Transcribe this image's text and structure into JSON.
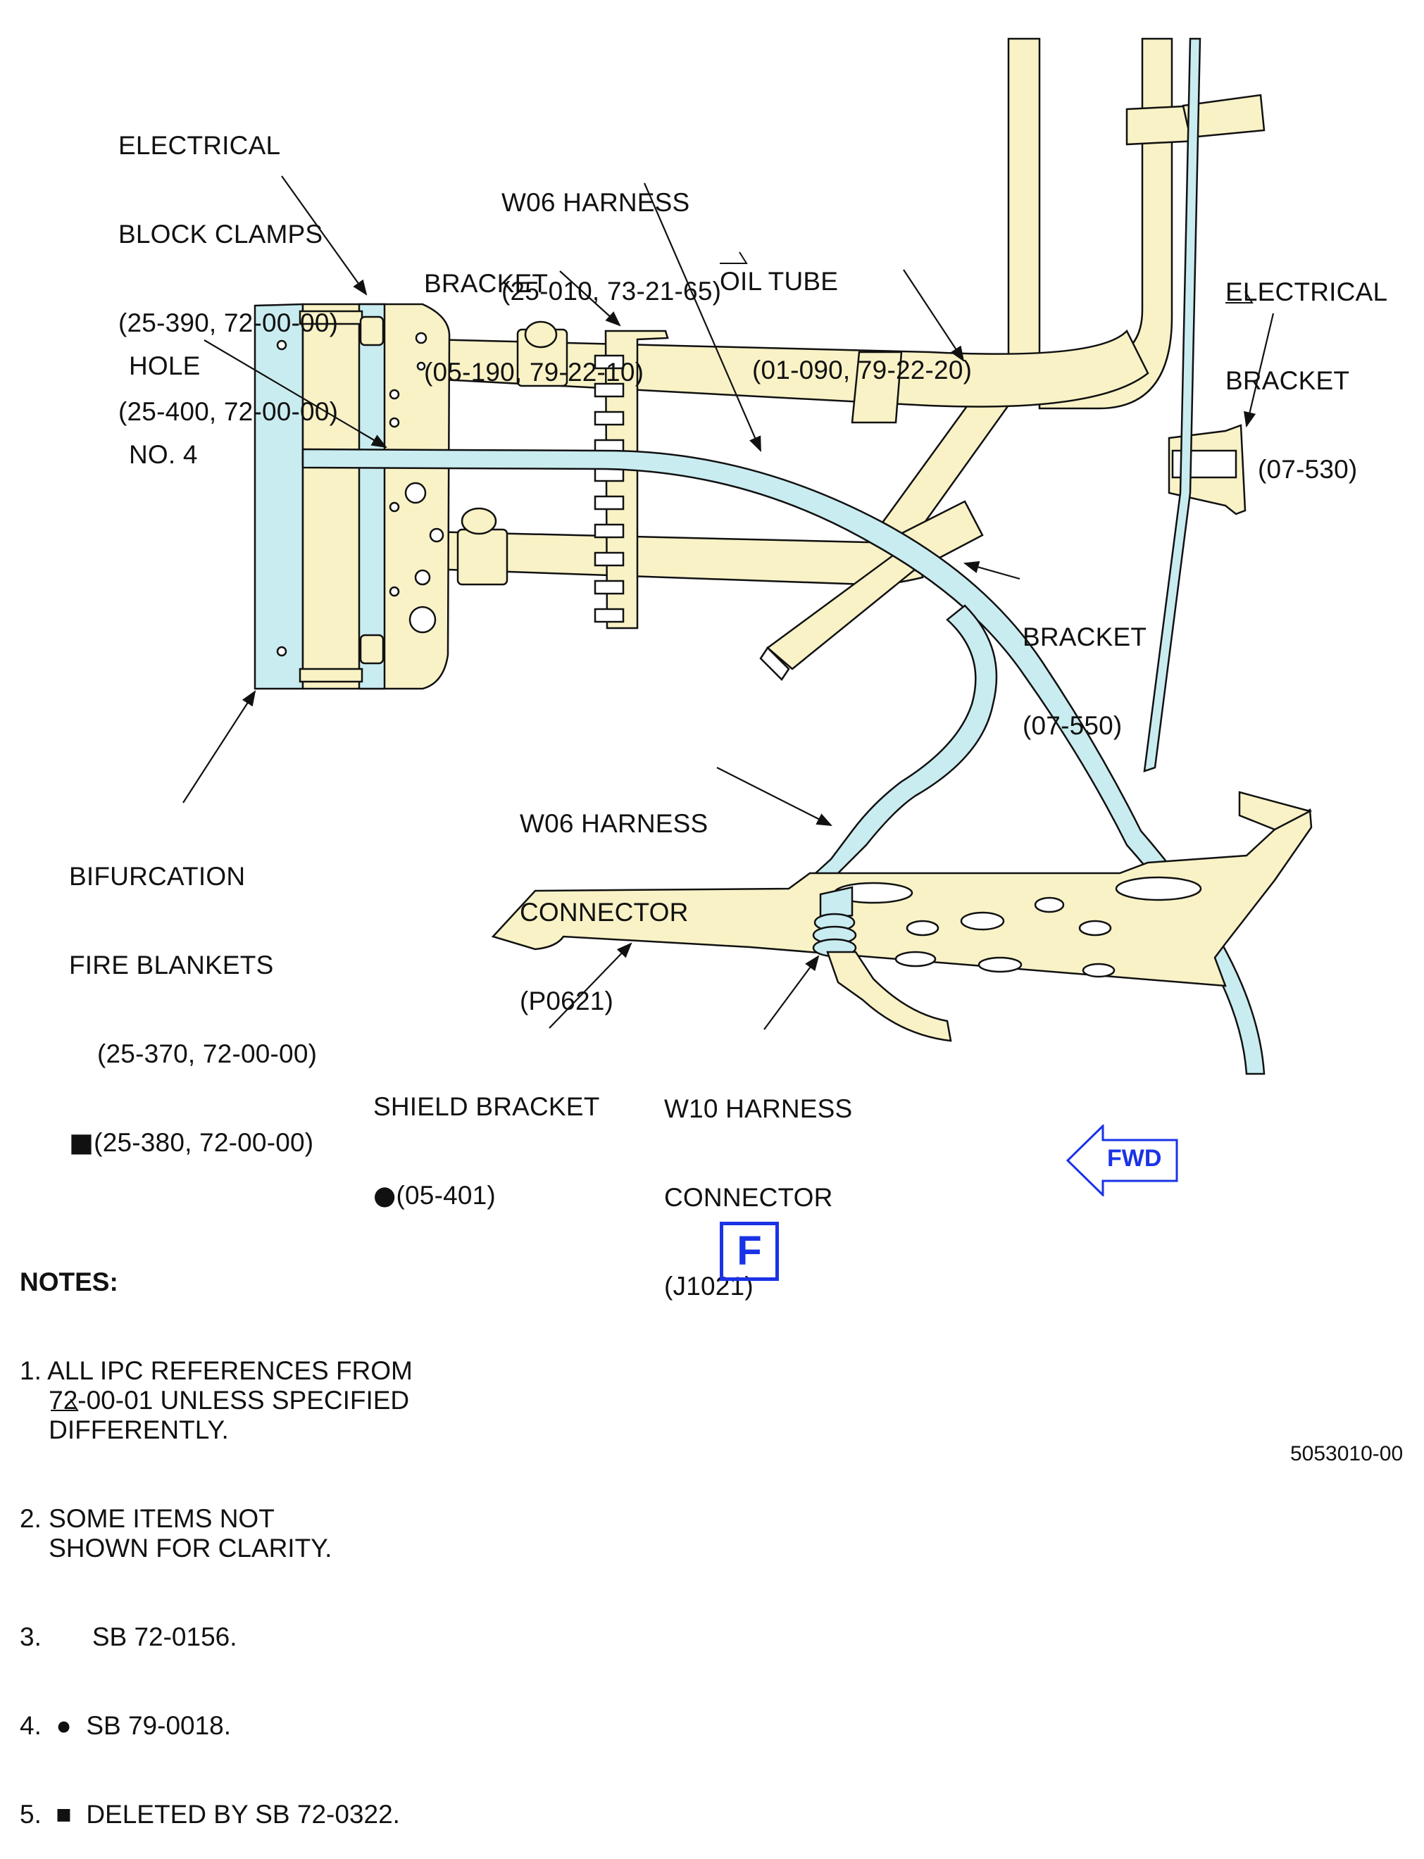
{
  "colors": {
    "tube_fill": "#f8f2c6",
    "harness_fill": "#c9ecf0",
    "outline": "#111111",
    "accent_blue": "#1a33e6"
  },
  "labels": {
    "electrical_block_clamps": [
      "ELECTRICAL",
      "BLOCK CLAMPS",
      "(25-390, 72-00-00)",
      "(25-400, 72-00-00)"
    ],
    "w06_harness": [
      "W06 HARNESS",
      "(25-010, 73-21-65)"
    ],
    "bracket_05_190": [
      "BRACKET",
      "(05-190, 79-22-10)"
    ],
    "oil_tube": [
      "OIL TUBE",
      "(01-090, 79-22-20)"
    ],
    "electrical_bracket": [
      "ELECTRICAL",
      "BRACKET",
      "(07-530)"
    ],
    "hole_no_4": [
      "HOLE",
      "NO. 4"
    ],
    "bracket_07_550": [
      "BRACKET",
      "(07-550)"
    ],
    "w06_harness_connector": [
      "W06 HARNESS",
      "CONNECTOR",
      "(P0621)"
    ],
    "bifurcation_fire_blankets": [
      "BIFURCATION",
      "FIRE BLANKETS",
      "(25-370, 72-00-00)",
      "(25-380, 72-00-00)"
    ],
    "shield_bracket": [
      "SHIELD BRACKET",
      "(05-401)"
    ],
    "w10_harness_connector": [
      "W10 HARNESS",
      "CONNECTOR",
      "(J1021)"
    ]
  },
  "markers": {
    "triangle": "◺",
    "circle": "●",
    "square": "■"
  },
  "fwd_label": "FWD",
  "view_letter": "F",
  "notes": {
    "heading": "NOTES:",
    "items": [
      "1. ALL IPC REFERENCES FROM\n    72-00-01 UNLESS SPECIFIED\n    DIFFERENTLY.",
      "2. SOME ITEMS NOT\n    SHOWN FOR CLARITY.",
      "3.       SB 72-0156.",
      "4.  ●  SB 79-0018.",
      "5.  ■  DELETED BY SB 72-0322."
    ]
  },
  "drawing_number": "5053010-00"
}
